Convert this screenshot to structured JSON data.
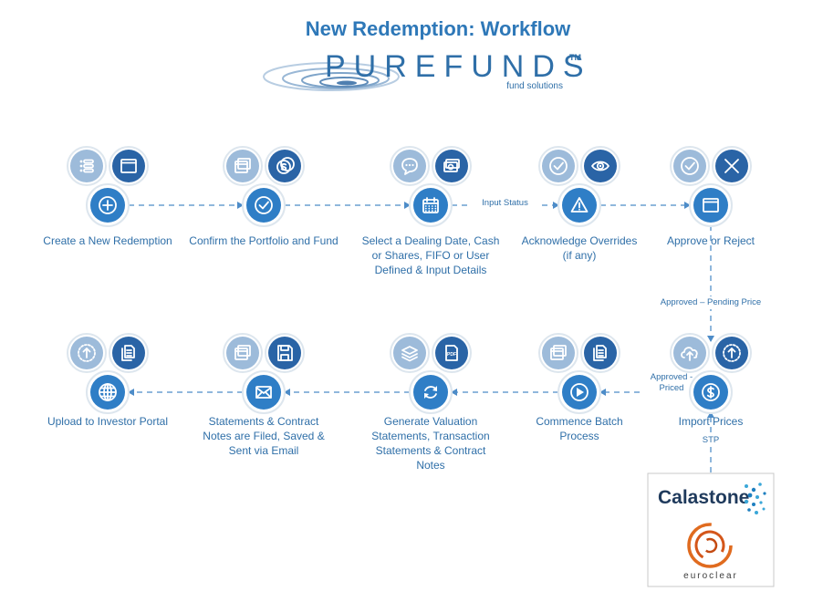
{
  "title": "New Redemption: Workflow",
  "logo": {
    "name": "PUREFUNDS",
    "trademark": "TM",
    "tagline": "fund solutions"
  },
  "colors": {
    "main_node": "#2f7ec6",
    "secondary_dark": "#2a64a6",
    "secondary_light": "#9dbbda",
    "connector": "#6a9fd0",
    "text": "#2f6fa8"
  },
  "steps": [
    {
      "id": "create",
      "label": [
        "Create a New Redemption"
      ],
      "main_icon": "plus-icon",
      "secondary": [
        {
          "icon": "list-icon",
          "tone": "light"
        },
        {
          "icon": "window-icon",
          "tone": "dark"
        }
      ]
    },
    {
      "id": "confirm",
      "label": [
        "Confirm the Portfolio and Fund"
      ],
      "main_icon": "checkmark-icon",
      "secondary": [
        {
          "icon": "stacked-windows-icon",
          "tone": "light"
        },
        {
          "icon": "coins-icon",
          "tone": "dark"
        }
      ]
    },
    {
      "id": "select",
      "label": [
        "Select a Dealing Date, Cash",
        "or Shares, FIFO or User",
        "Defined & Input Details"
      ],
      "main_icon": "calendar-icon",
      "secondary": [
        {
          "icon": "chat-bubble-icon",
          "tone": "light"
        },
        {
          "icon": "cash-icon",
          "tone": "dark"
        }
      ]
    },
    {
      "id": "acknowledge",
      "label": [
        "Acknowledge Overrides",
        "(if any)"
      ],
      "main_icon": "warning-icon",
      "secondary": [
        {
          "icon": "checkmark-icon",
          "tone": "light"
        },
        {
          "icon": "eye-icon",
          "tone": "dark"
        }
      ]
    },
    {
      "id": "approve",
      "label": [
        "Approve or Reject"
      ],
      "main_icon": "window-icon",
      "secondary": [
        {
          "icon": "checkmark-icon",
          "tone": "light"
        },
        {
          "icon": "close-icon",
          "tone": "dark"
        }
      ]
    },
    {
      "id": "import",
      "label": [
        "Import Prices"
      ],
      "main_icon": "dollar-icon",
      "secondary": [
        {
          "icon": "cloud-upload-icon",
          "tone": "light"
        },
        {
          "icon": "upload-icon",
          "tone": "dark"
        }
      ]
    },
    {
      "id": "batch",
      "label": [
        "Commence Batch",
        "Process"
      ],
      "main_icon": "play-icon",
      "secondary": [
        {
          "icon": "stacked-windows-icon",
          "tone": "light"
        },
        {
          "icon": "documents-icon",
          "tone": "dark"
        }
      ]
    },
    {
      "id": "generate",
      "label": [
        "Generate Valuation",
        "Statements, Transaction",
        "Statements & Contract",
        "Notes"
      ],
      "main_icon": "refresh-icon",
      "secondary": [
        {
          "icon": "layers-icon",
          "tone": "light"
        },
        {
          "icon": "pdf-icon",
          "tone": "dark"
        }
      ]
    },
    {
      "id": "filed",
      "label": [
        "Statements & Contract",
        "Notes are Filed, Saved &",
        "Sent via Email"
      ],
      "main_icon": "envelope-icon",
      "secondary": [
        {
          "icon": "stacked-windows-icon",
          "tone": "light"
        },
        {
          "icon": "floppy-disk-icon",
          "tone": "dark"
        }
      ]
    },
    {
      "id": "upload",
      "label": [
        "Upload to Investor Portal"
      ],
      "main_icon": "globe-icon",
      "secondary": [
        {
          "icon": "upload-icon",
          "tone": "light"
        },
        {
          "icon": "documents-icon",
          "tone": "dark"
        }
      ]
    }
  ],
  "connectors": [
    {
      "from": "create",
      "to": "confirm",
      "label": []
    },
    {
      "from": "confirm",
      "to": "select",
      "label": []
    },
    {
      "from": "select",
      "to": "acknowledge",
      "label": [
        "Input Status"
      ]
    },
    {
      "from": "acknowledge",
      "to": "approve",
      "label": []
    },
    {
      "from": "approve",
      "to": "import",
      "label": [
        "Approved – Pending Price"
      ]
    },
    {
      "from": "import",
      "to": "batch",
      "label": [
        "Approved -",
        "Priced"
      ]
    },
    {
      "from": "batch",
      "to": "generate",
      "label": []
    },
    {
      "from": "generate",
      "to": "filed",
      "label": []
    },
    {
      "from": "filed",
      "to": "upload",
      "label": []
    },
    {
      "from": "partners",
      "to": "import",
      "label": [
        "STP"
      ]
    }
  ],
  "partners": [
    {
      "name": "Calastone",
      "logo_icon": "calastone-logo"
    },
    {
      "name": "euroclear",
      "logo_icon": "euroclear-logo"
    }
  ]
}
